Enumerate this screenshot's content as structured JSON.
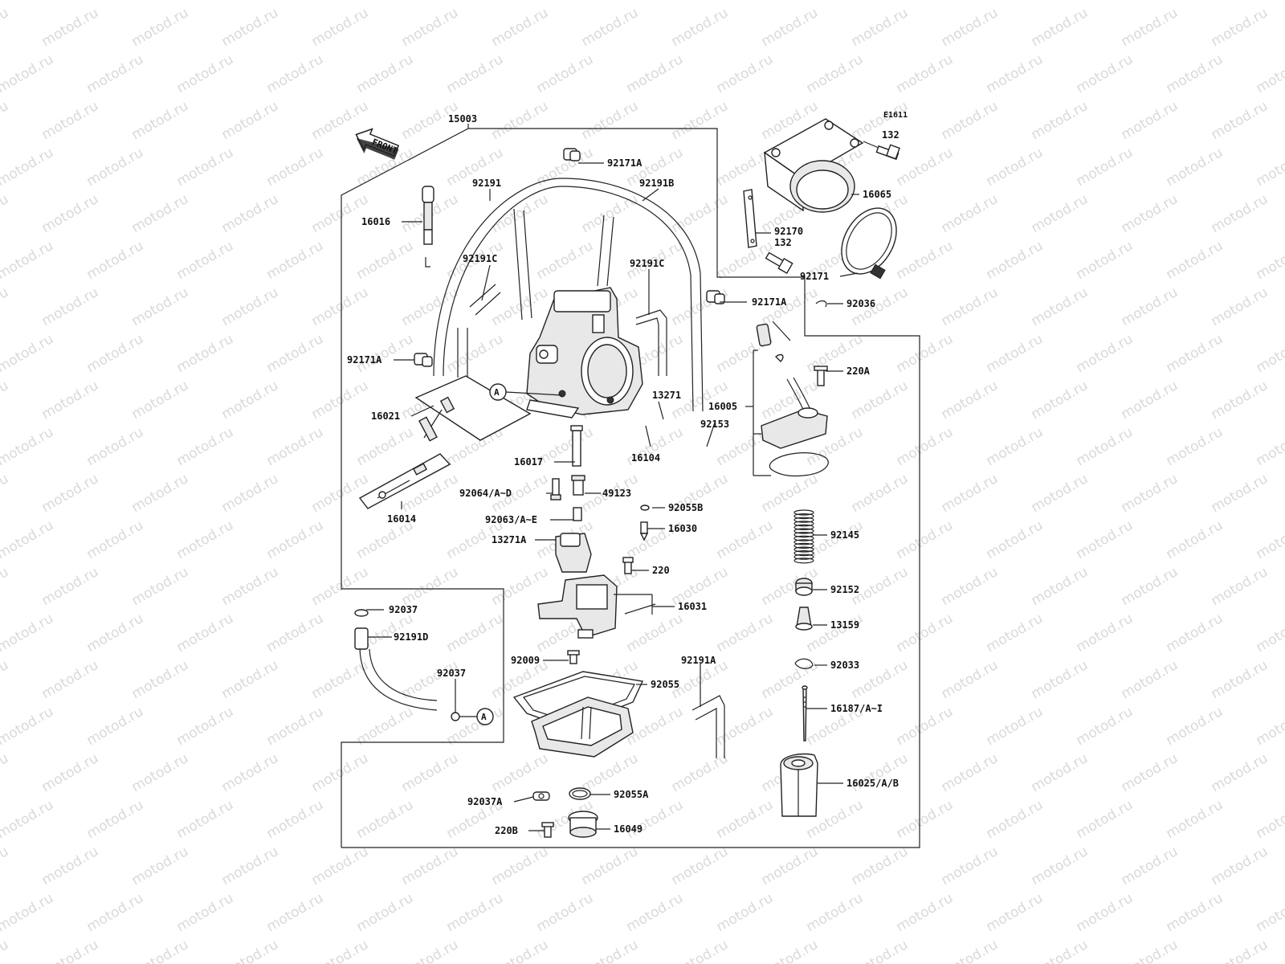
{
  "diagram_code": "E1611",
  "watermark": "motod.ru",
  "front_label": "FRONT",
  "callout_letter": "A",
  "labels": {
    "p15003": "15003",
    "p92171A_top": "92171A",
    "p92191": "92191",
    "p92191B": "92191B",
    "p16016": "16016",
    "p92191C_l": "92191C",
    "p92191C_r": "92191C",
    "p92171A_l": "92171A",
    "p92171A_r": "92171A",
    "p16021": "16021",
    "p13271": "13271",
    "p92153": "92153",
    "p16104": "16104",
    "p16017": "16017",
    "p16014": "16014",
    "p92064": "92064/A~D",
    "p49123": "49123",
    "p92055B": "92055B",
    "p92063": "92063/A~E",
    "p16030": "16030",
    "p13271A": "13271A",
    "p220": "220",
    "p16031": "16031",
    "p92009": "92009",
    "p92055": "92055",
    "p92191A": "92191A",
    "p92037_a": "92037",
    "p92191D": "92191D",
    "p92037_b": "92037",
    "p92037A": "92037A",
    "p92055A": "92055A",
    "p220B": "220B",
    "p16049": "16049",
    "p132_top": "132",
    "p16065": "16065",
    "p92170": "92170",
    "p132_mid": "132",
    "p92171": "92171",
    "p92036": "92036",
    "p220A": "220A",
    "p16005": "16005",
    "p92145": "92145",
    "p92152": "92152",
    "p13159": "13159",
    "p92033": "92033",
    "p16187": "16187/A~I",
    "p16025": "16025/A/B"
  }
}
